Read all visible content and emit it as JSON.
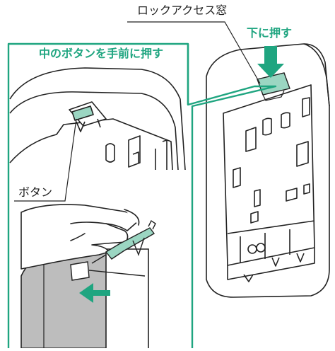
{
  "labels": {
    "lock_access_window": "ロックアクセス窓",
    "push_down": "下に押す",
    "press_button_forward": "中のボタンを手前に押す",
    "button": "ボタン"
  },
  "colors": {
    "accent_green": "#1fa580",
    "light_green": "#9bd6c2",
    "line": "#222222",
    "panel_gray": "#bdbdbd"
  },
  "icons": {
    "push_down_arrow": "arrow-down-icon",
    "push_forward_arrow": "arrow-left-icon"
  }
}
